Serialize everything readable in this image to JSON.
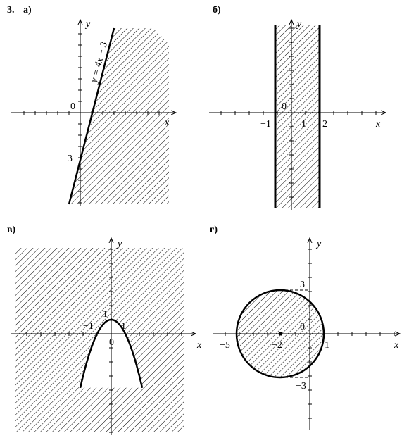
{
  "problem_number": "3.",
  "panels": [
    {
      "id": "a",
      "label": "а)",
      "axis_x": "x",
      "axis_y": "y",
      "origin_label": "0",
      "boundary_label": "y = 4x − 3",
      "y_tick_labels": [
        "−3"
      ],
      "x_tick_labels": []
    },
    {
      "id": "b",
      "label": "б)",
      "axis_x": "x",
      "axis_y": "y",
      "origin_label": "0",
      "x_tick_labels": [
        "−1",
        "1",
        "2"
      ]
    },
    {
      "id": "c",
      "label": "в)",
      "axis_x": "x",
      "axis_y": "y",
      "origin_label": "0",
      "x_tick_labels": [
        "−1",
        "1"
      ],
      "y_tick_labels": [
        "1"
      ]
    },
    {
      "id": "d",
      "label": "г)",
      "axis_x": "x",
      "axis_y": "y",
      "origin_label": "0",
      "x_tick_labels": [
        "−5",
        "−2",
        "1"
      ],
      "y_tick_labels": [
        "3",
        "−3"
      ]
    }
  ]
}
